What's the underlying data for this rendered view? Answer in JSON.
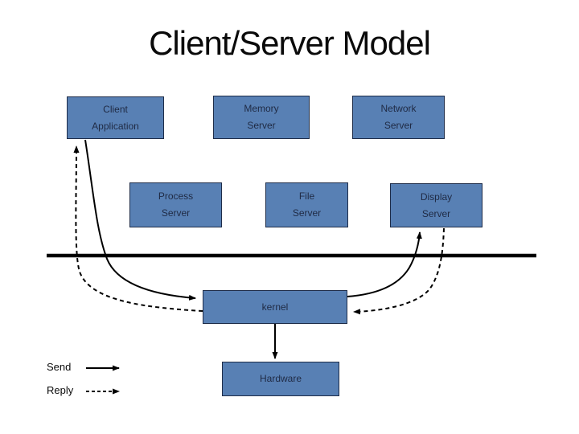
{
  "title": "Client/Server Model",
  "colors": {
    "box_fill": "#5880b4",
    "box_border": "#1e2c48",
    "box_text": "#1f2a44",
    "line_color": "#000000"
  },
  "boxes": {
    "client_application": {
      "line1": "Client",
      "line2": "Application"
    },
    "memory_server": {
      "line1": "Memory",
      "line2": "Server"
    },
    "network_server": {
      "line1": "Network",
      "line2": "Server"
    },
    "process_server": {
      "line1": "Process",
      "line2": "Server"
    },
    "file_server": {
      "line1": "File",
      "line2": "Server"
    },
    "display_server": {
      "line1": "Display",
      "line2": "Server"
    },
    "kernel": {
      "label": "kernel"
    },
    "hardware": {
      "label": "Hardware"
    }
  },
  "legend": {
    "send_label": "Send",
    "reply_label": "Reply"
  },
  "connections": [
    {
      "from": "client_application",
      "to": "kernel",
      "type": "send",
      "style": "solid"
    },
    {
      "from": "kernel",
      "to": "client_application",
      "type": "reply",
      "style": "dashed"
    },
    {
      "from": "kernel",
      "to": "display_server",
      "type": "send",
      "style": "solid"
    },
    {
      "from": "display_server",
      "to": "kernel",
      "type": "reply",
      "style": "dashed"
    },
    {
      "from": "kernel",
      "to": "hardware",
      "type": "send",
      "style": "solid"
    }
  ]
}
